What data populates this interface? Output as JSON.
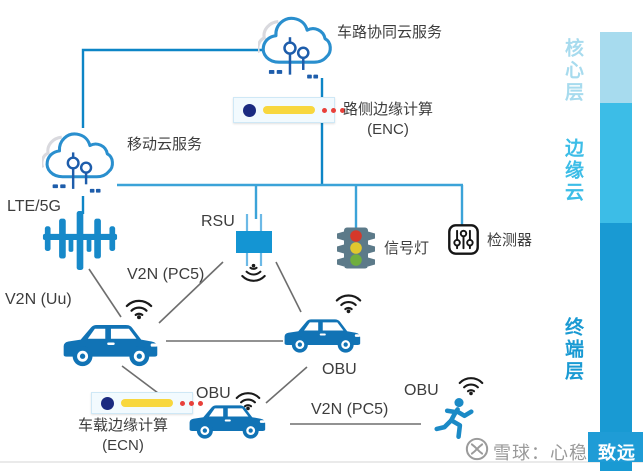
{
  "title": "车路协同云服务",
  "nodes": {
    "cloud_top": "车路协同云服务",
    "enc_line1": "路侧边缘计算",
    "enc_line2": "(ENC)",
    "cloud_mobile": "移动云服务",
    "lte": "LTE/5G",
    "rsu": "RSU",
    "signal_light": "信号灯",
    "detector": "检测器",
    "obu_middle": "OBU",
    "obu_bottom": "OBU",
    "obu_pedestrian": "OBU",
    "ecn_line1": "车载边缘计算",
    "ecn_line2": "(ECN)"
  },
  "links": {
    "v2n_uu": "V2N (Uu)",
    "v2n_pc5_upper": "V2N (PC5)",
    "v2n_pc5_lower": "V2N (PC5)"
  },
  "layers": [
    {
      "label": "核心层",
      "color": "#a7dbee"
    },
    {
      "label": "边缘云",
      "color": "#3cbde7"
    },
    {
      "label": "终端层",
      "color": "#199ad3"
    }
  ],
  "watermark": {
    "prefix": "雪球：心稳",
    "suffix": "致远"
  },
  "colors": {
    "line_blue": "#0d85c6",
    "bus_blue": "#3ba3d8",
    "line_gray": "#6e6e6e",
    "icon_blue": "#1789c9",
    "car_blue": "#1173b5",
    "server_navy": "#1b2a80",
    "server_yellow": "#f8d73e",
    "server_red": "#e8403a",
    "traffic_body": "#5c7a89",
    "traffic_red": "#d6382a",
    "traffic_yellow": "#e0c72e",
    "traffic_green": "#6fae3e",
    "watermark_box": "#1f9cd6"
  }
}
